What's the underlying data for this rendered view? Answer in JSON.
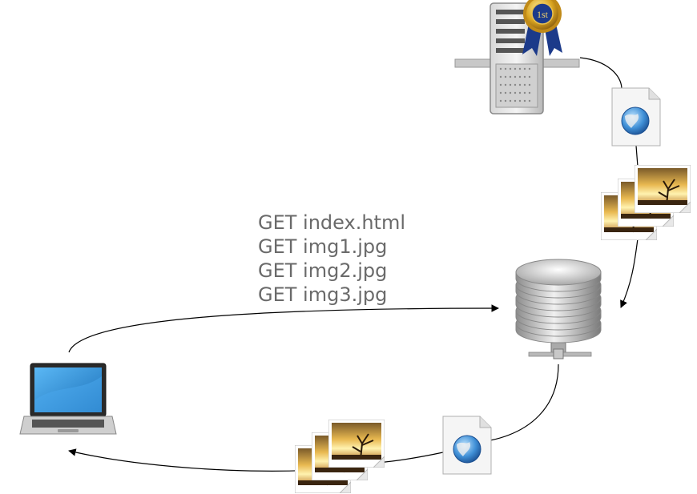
{
  "requests": [
    "GET index.html",
    "GET img1.jpg",
    "GET img2.jpg",
    "GET img3.jpg"
  ],
  "server_badge": "1st",
  "colors": {
    "text": "#6a6a6a",
    "arrow": "#000000",
    "badge_gold": "#d9a420",
    "badge_ribbon": "#1c3a8a",
    "screen_blue": "#2a8fd8"
  },
  "icons": [
    "origin-server-icon",
    "award-ribbon-icon",
    "html-document-icon",
    "image-stack-icon",
    "cache-database-icon",
    "laptop-icon"
  ]
}
